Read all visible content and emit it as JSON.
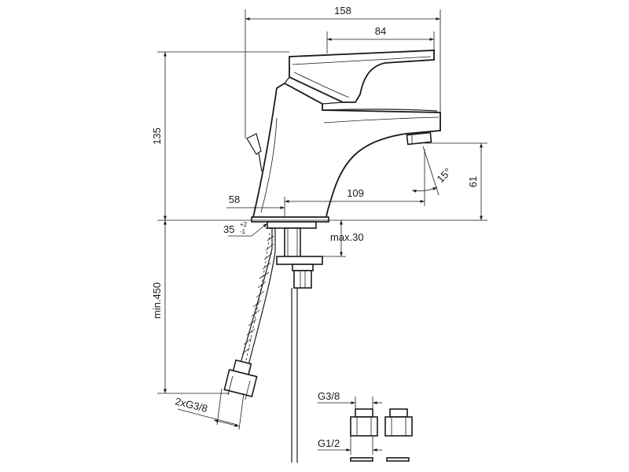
{
  "dimensions": {
    "width_total": "158",
    "handle_length": "84",
    "height_total": "135",
    "aerator_height": "61",
    "spout_angle": "15°",
    "body_offset": "58",
    "spout_reach": "109",
    "hole_diameter": "35",
    "hole_tol_plus": "+2",
    "hole_tol_minus": "-1",
    "max_deck": "max.30",
    "hose_length": "min.450",
    "hose_connection": "2xG3/8",
    "adapter_top_thread": "G3/8",
    "adapter_bottom_thread": "G1/2"
  },
  "colors": {
    "line": "#1a1a1a",
    "background": "#ffffff"
  }
}
